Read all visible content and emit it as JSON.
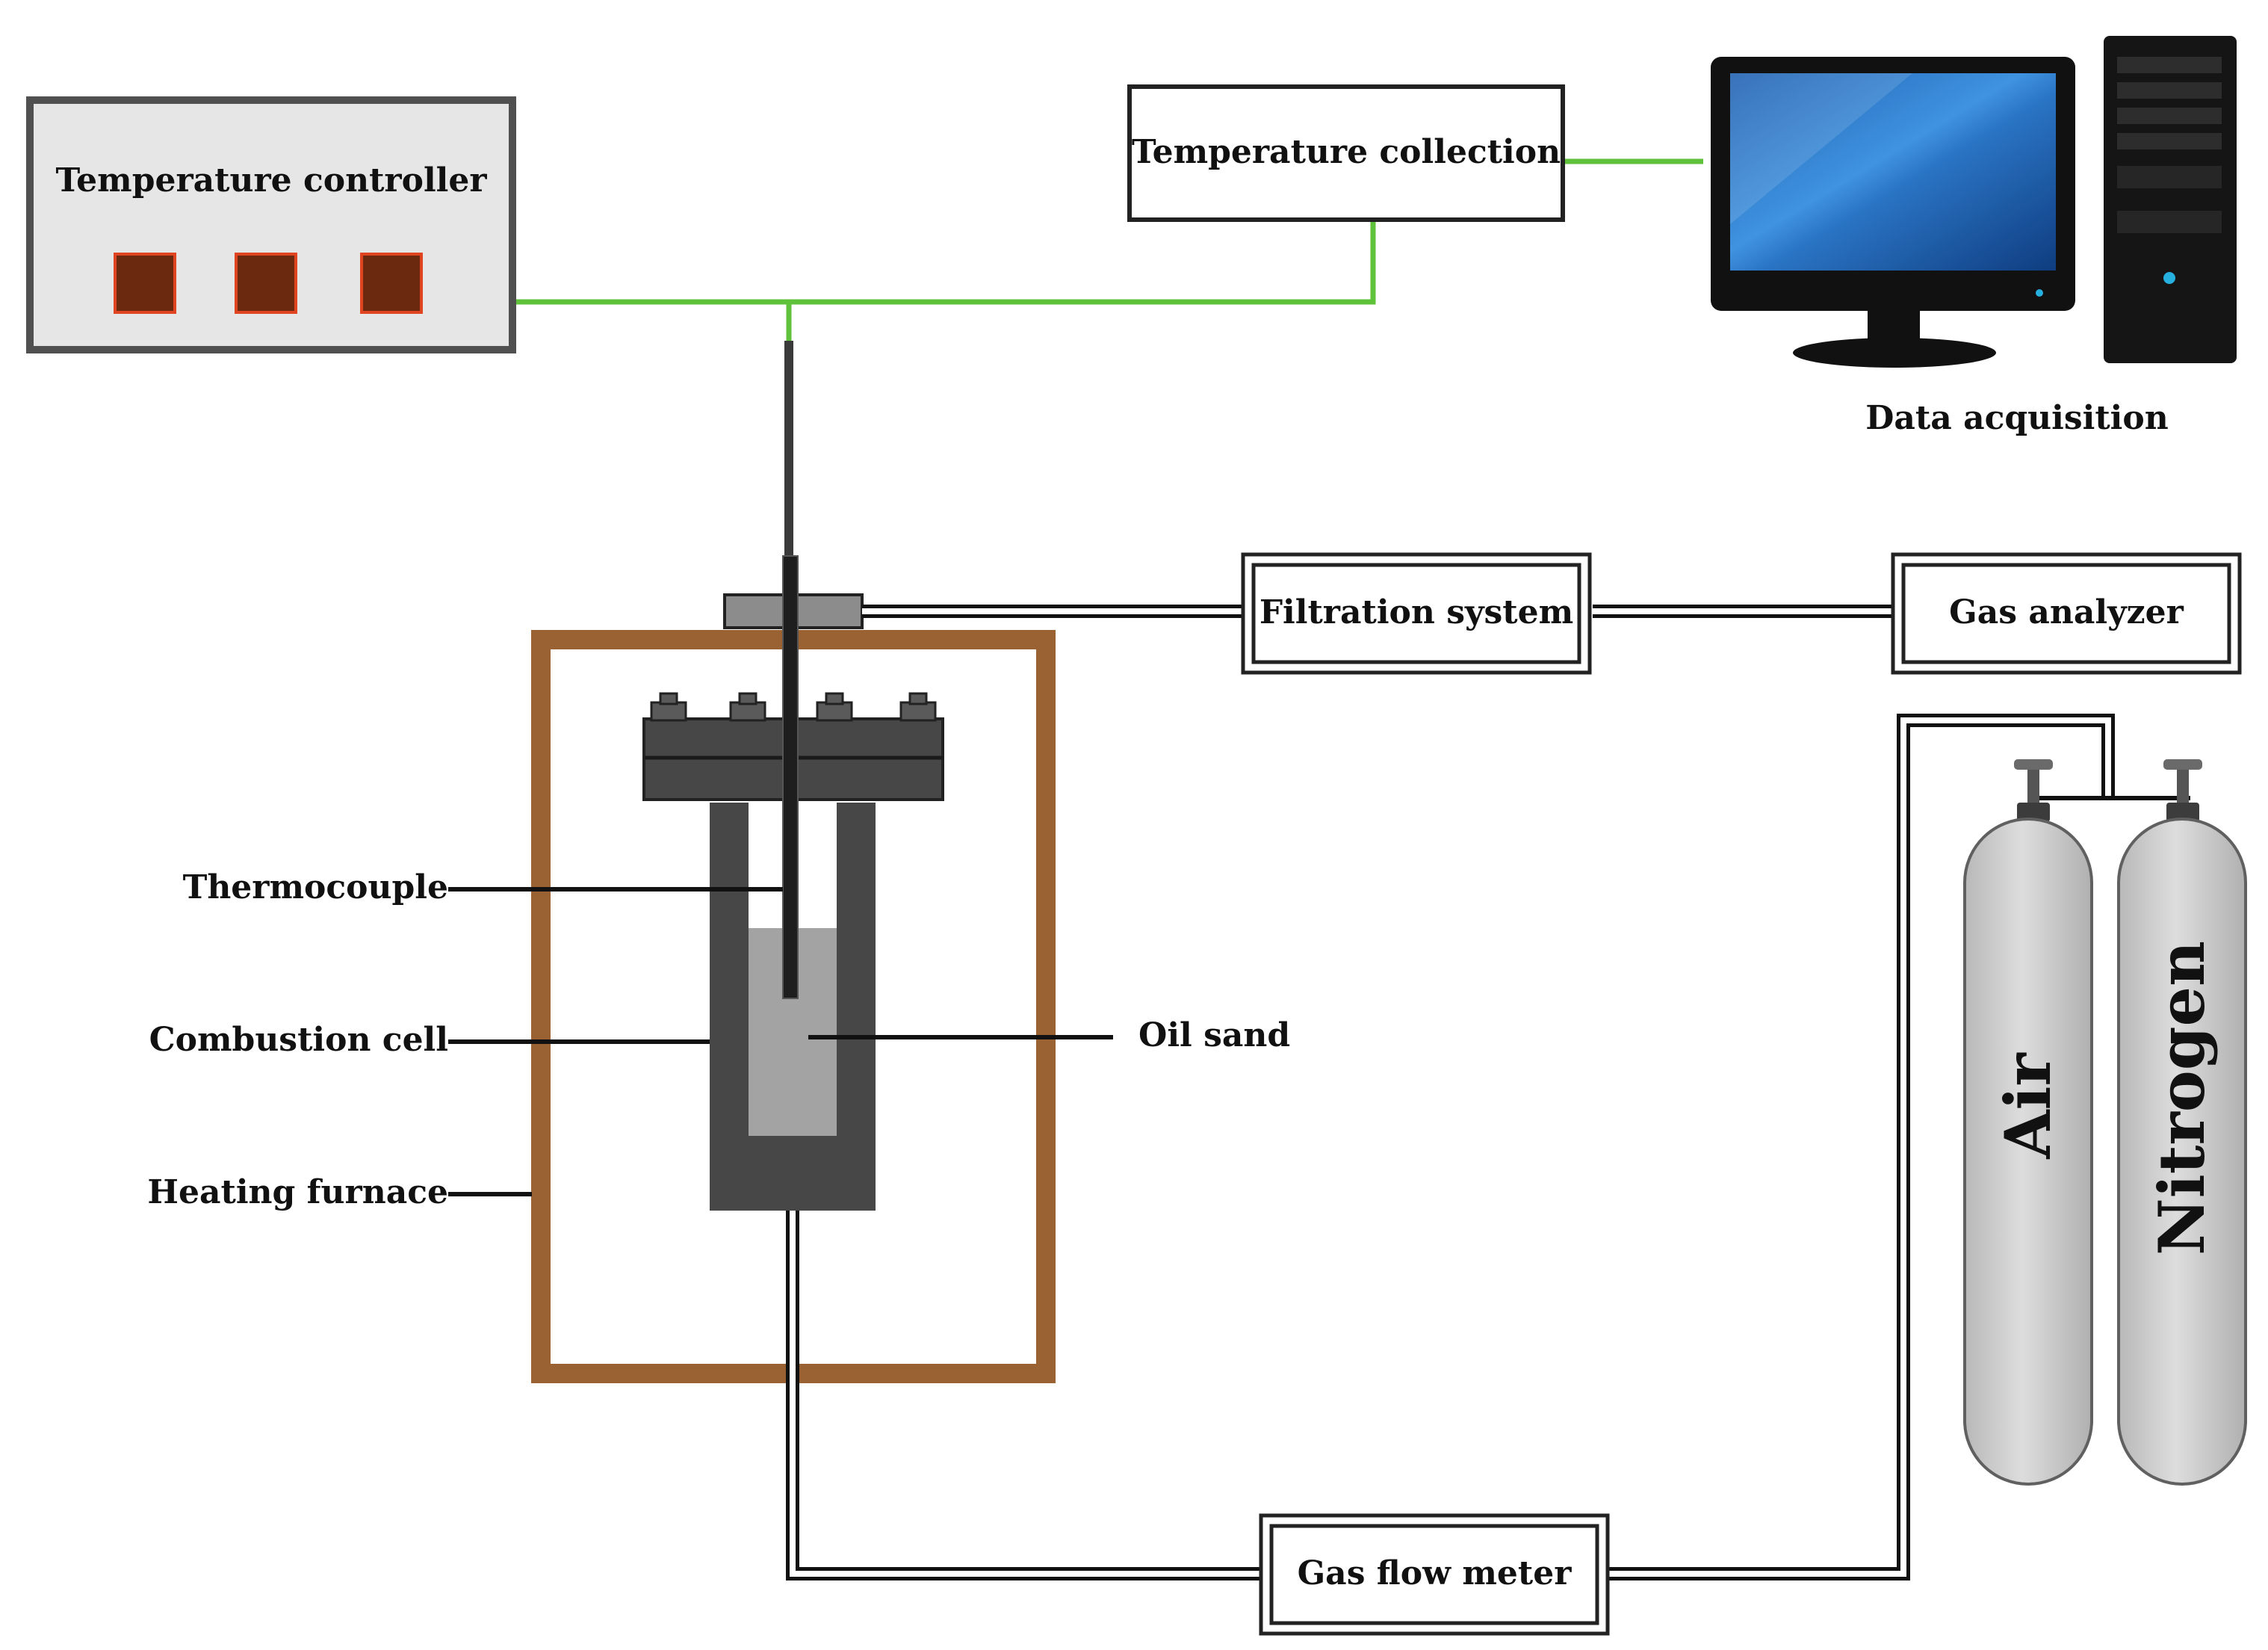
{
  "labels": {
    "temperature_controller": "Temperature  controller",
    "temperature_collection": "Temperature collection",
    "data_acquisition": "Data acquisition",
    "filtration_system": "Filtration system",
    "gas_analyzer": "Gas  analyzer",
    "thermocouple": "Thermocouple",
    "combustion_cell": "Combustion  cell",
    "heating_furnace": "Heating furnace",
    "oil_sand": "Oil  sand",
    "gas_flow_meter": "Gas  flow  meter",
    "air": "Air",
    "nitrogen": "Nitrogen"
  },
  "colors": {
    "signal_wire": "#5ec23a",
    "furnace": "#9a6232",
    "controller_panel": "#e6e6e6",
    "indicator": "#6b2a10",
    "indicator_border": "#e04420",
    "cell_wall": "#474747",
    "oil_sand": "#a3a3a3",
    "cylinder": "#d2d2d2",
    "monitor_screen": "#2a74c4"
  }
}
